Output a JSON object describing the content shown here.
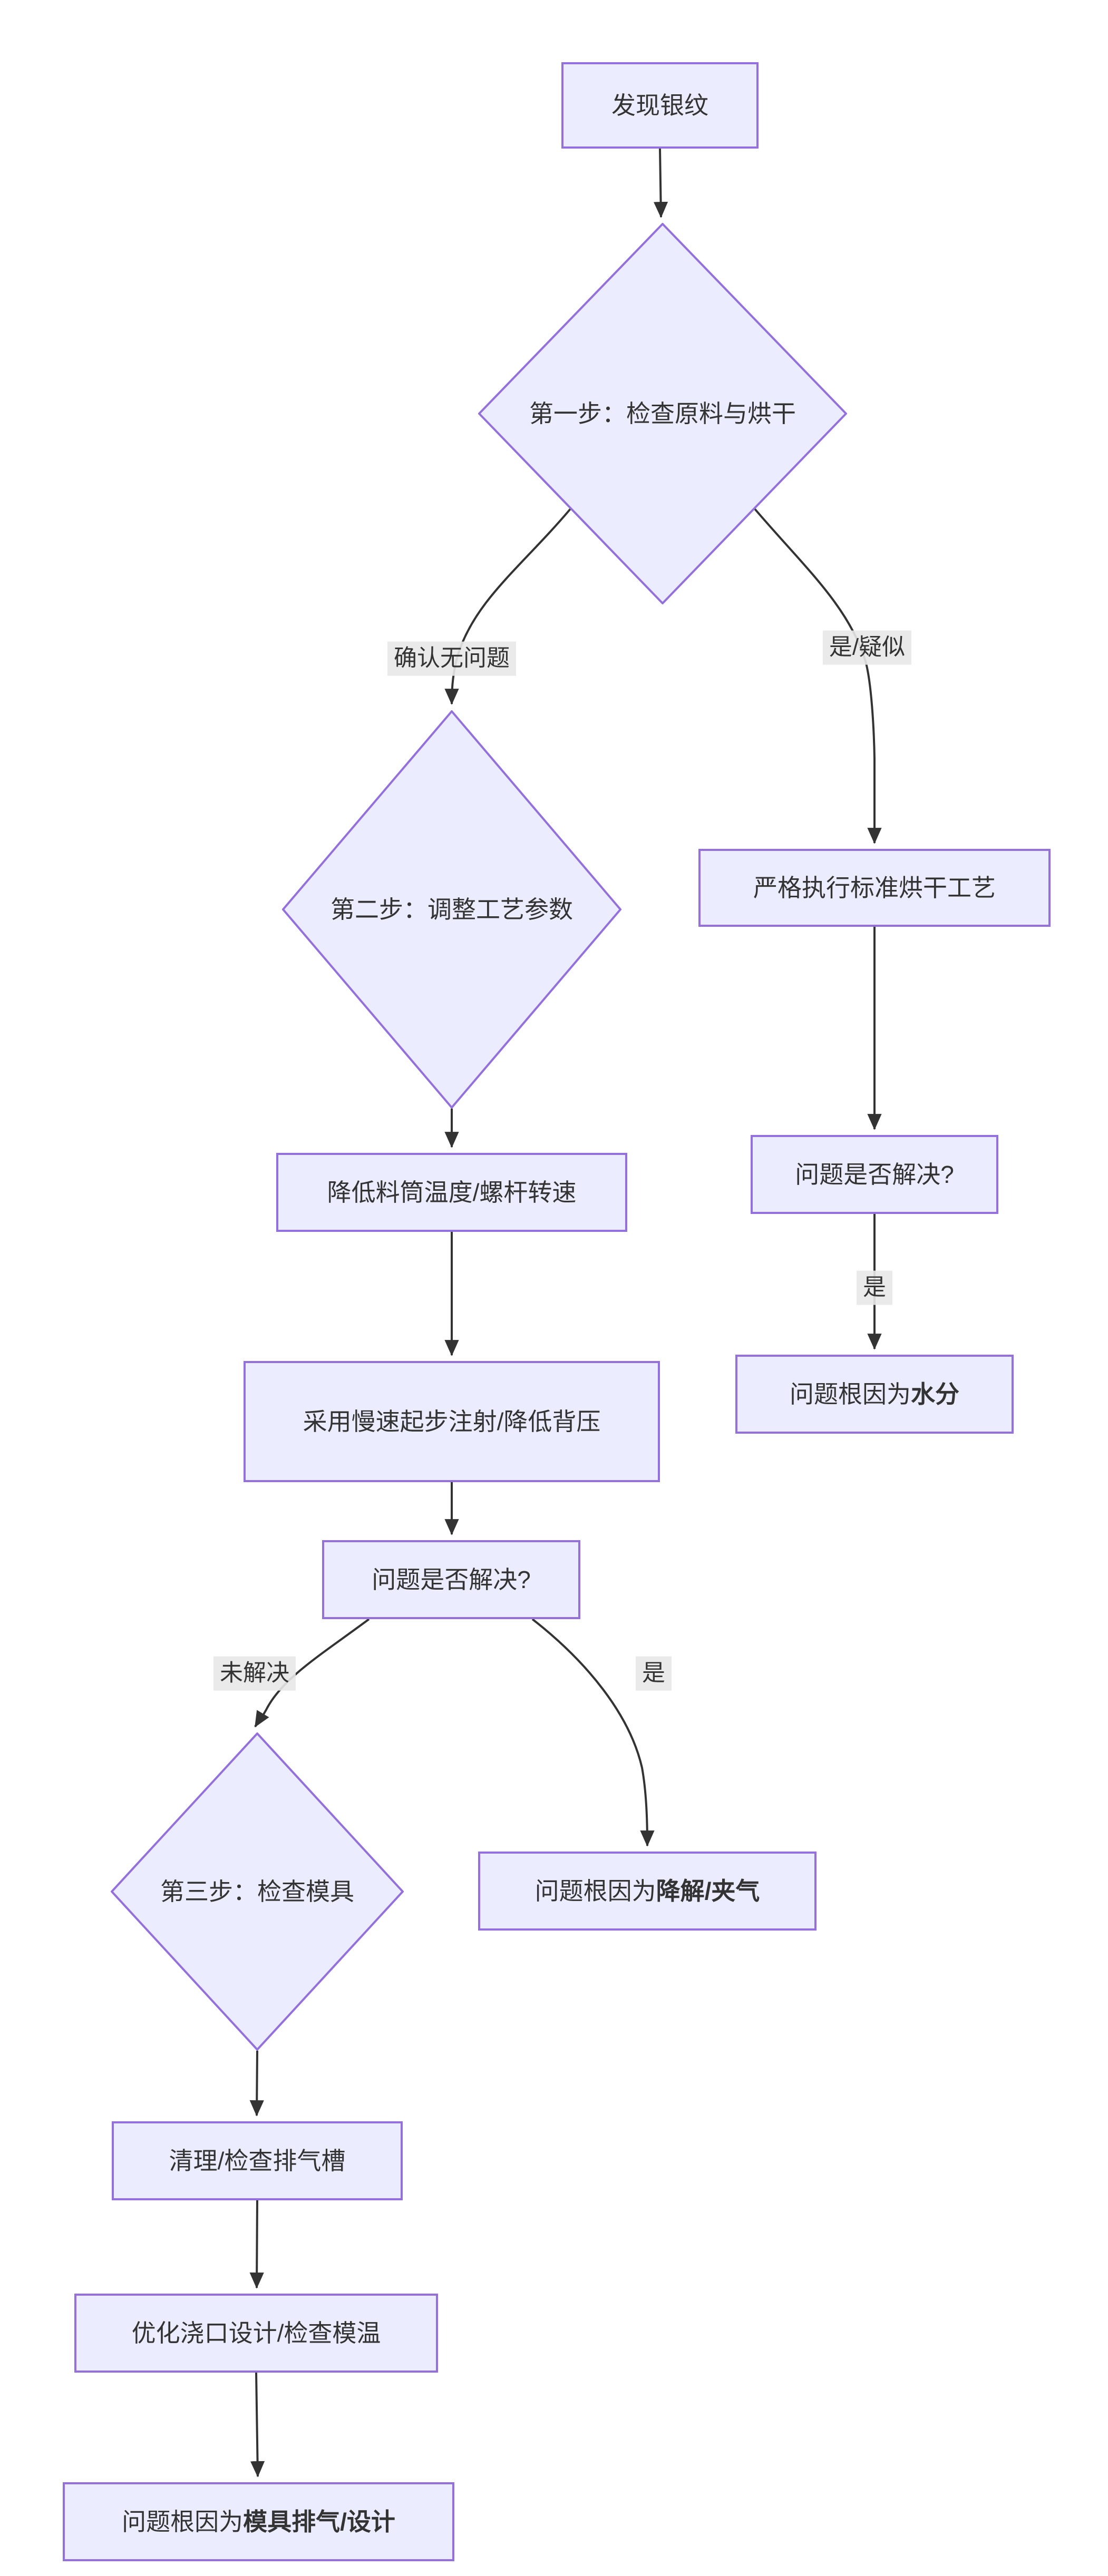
{
  "diagram": {
    "title_hint": "silver-streak troubleshooting flowchart",
    "colors": {
      "node_fill": "#ECECFF",
      "node_border": "#9370DB",
      "text": "#333333",
      "edge_line": "#333333",
      "edge_label_bg": "#e8e8e8",
      "background": "#ffffff"
    },
    "nodes": {
      "start": {
        "label": "发现银纹"
      },
      "step1": {
        "label": "第一步：检查原料与烘干"
      },
      "step2": {
        "label": "第二步：调整工艺参数"
      },
      "dry_process": {
        "label": "严格执行标准烘干工艺"
      },
      "lower_temp": {
        "label": "降低料筒温度/螺杆转速"
      },
      "solved_right": {
        "label": "问题是否解决?"
      },
      "root_moisture": {
        "prefix": "问题根因为",
        "bold": "水分"
      },
      "slow_injection": {
        "label": "采用慢速起步注射/降低背压"
      },
      "solved_left": {
        "label": "问题是否解决?"
      },
      "step3": {
        "label": "第三步：检查模具"
      },
      "root_degradation": {
        "prefix": "问题根因为",
        "bold": "降解/夹气"
      },
      "clean_vents": {
        "label": "清理/检查排气槽"
      },
      "optimize_gate": {
        "label": "优化浇口设计/检查模温"
      },
      "root_mold": {
        "prefix": "问题根因为",
        "bold": "模具排气/设计"
      }
    },
    "edge_labels": {
      "confirmed_no_problem": "确认无问题",
      "yes_suspected": "是/疑似",
      "yes_right": "是",
      "unresolved": "未解决",
      "yes_left": "是"
    }
  }
}
